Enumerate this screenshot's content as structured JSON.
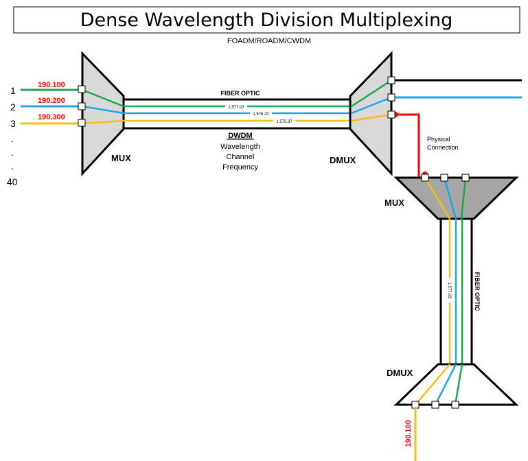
{
  "title": "Dense Wavelength Division Multiplexing",
  "subtitle": "FOADM/ROADM/CWDM",
  "channels": {
    "numbers": [
      "1",
      "2",
      "3",
      ".",
      ".",
      ".",
      "40"
    ],
    "frequencies": [
      "190.100",
      "190.200",
      "190.300"
    ],
    "wavelengths": [
      "1,577.03",
      "1,576.20",
      "1,575.37"
    ]
  },
  "labels": {
    "mux": "MUX",
    "dmux": "DMUX",
    "fiber_optic": "FIBER OPTIC",
    "dwdm": "DWDM",
    "wavelength": "Wavelength",
    "channel": "Channel",
    "frequency": "Frequency",
    "physical": "Physical",
    "connection": "Connection",
    "output_frequency": "190.100",
    "vertical_wavelength": "1,577.03"
  },
  "colors": {
    "green": "#1aa64b",
    "blue": "#1ba6e8",
    "yellow": "#f9be16",
    "red": "#ff0000",
    "device_fill": "#d9d9d9"
  }
}
